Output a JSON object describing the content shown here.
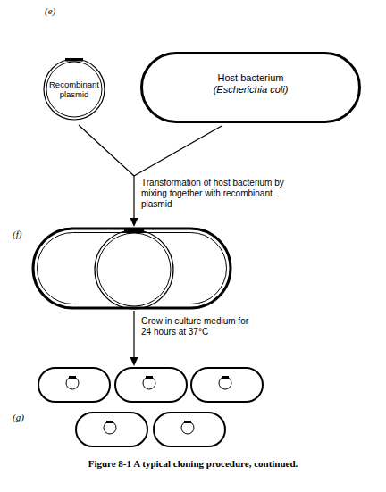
{
  "diagram": {
    "caption": "Figure 8-1 A typical cloning procedure, continued.",
    "nodes": [
      {
        "text": [
          "Recombinant plasmid"
        ]
      },
      {
        "text": [
          "Host bacterium",
          "(Escherichia coli)"
        ]
      }
    ],
    "labels": [
      "(e)",
      "Transformation of host bacterium by mixing together with recombinant plasmid",
      "(f)",
      "Grow in culture medium for 24 hours at 37°C",
      "(g)"
    ]
  }
}
